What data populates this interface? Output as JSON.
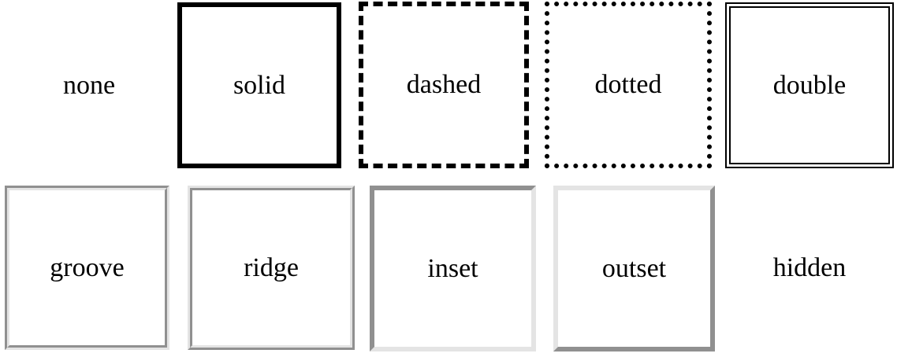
{
  "demo": {
    "cells": [
      {
        "label": "none"
      },
      {
        "label": "solid"
      },
      {
        "label": "dashed"
      },
      {
        "label": "dotted"
      },
      {
        "label": "double"
      },
      {
        "label": "groove"
      },
      {
        "label": "ridge"
      },
      {
        "label": "inset"
      },
      {
        "label": "outset"
      },
      {
        "label": "hidden"
      }
    ]
  },
  "colors": {
    "border_black": "#000000",
    "bevel_border_base": "#e4e4e4",
    "bevel_dark_shade": "#989898",
    "bevel_light_shade": "#ededed",
    "text": "#000000",
    "background": "#ffffff"
  }
}
